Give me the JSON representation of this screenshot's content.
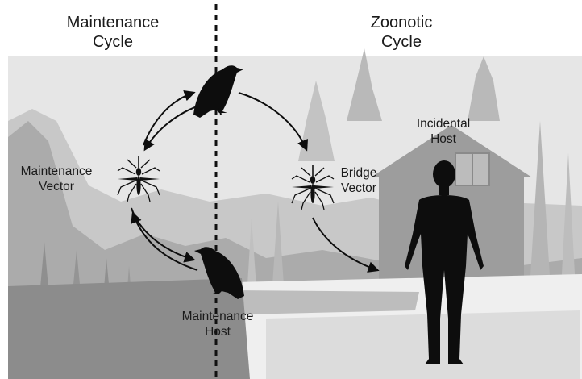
{
  "headings": {
    "maintenance_cycle": [
      "Maintenance",
      "Cycle"
    ],
    "zoonotic_cycle": [
      "Zoonotic",
      "Cycle"
    ]
  },
  "labels": {
    "maintenance_vector": [
      "Maintenance",
      "Vector"
    ],
    "bridge_vector": [
      "Bridge",
      "Vector"
    ],
    "incidental_host": [
      "Incidental",
      "Host"
    ],
    "maintenance_host": [
      "Maintenance",
      "Host"
    ]
  },
  "colors": {
    "sky": "#e4e4e4",
    "mountain_far": "#c6c6c6",
    "mountain_near": "#a9a9a9",
    "trees_dark": "#8e8e8e",
    "trees_light": "#bdbdbd",
    "cabin": "#9d9d9d",
    "water": "#efefef",
    "silhouette": "#0d0d0d"
  },
  "icons": [
    "crow-silhouette",
    "mosquito-silhouette",
    "human-silhouette",
    "cycle-arrow"
  ]
}
